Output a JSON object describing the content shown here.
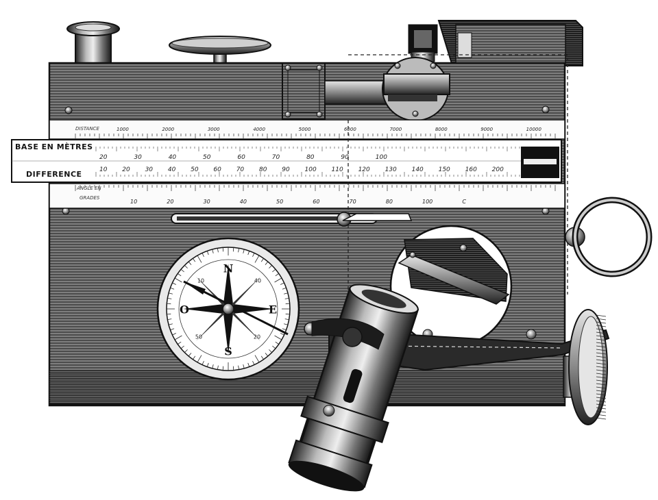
{
  "plate_scale": {
    "distance_label": "DISTANCE",
    "distance_ticks": [
      "1000",
      "2000",
      "3000",
      "4000",
      "5000",
      "6000",
      "7000",
      "8000",
      "9000",
      "10000"
    ]
  },
  "slide": {
    "base_label": "BASE EN MÈTRES",
    "difference_label": "DIFFERENCE",
    "base_values": [
      "20",
      "30",
      "40",
      "50",
      "60",
      "70",
      "80",
      "90",
      "100"
    ],
    "difference_values": [
      "10",
      "20",
      "30",
      "40",
      "50",
      "60",
      "70",
      "80",
      "90",
      "100",
      "110",
      "120",
      "130",
      "140",
      "150",
      "160",
      "200"
    ]
  },
  "angle_scale": {
    "label_line1": "ANGLE EN",
    "label_line2": "GRADES",
    "values": [
      "10",
      "20",
      "30",
      "40",
      "50",
      "60",
      "70",
      "80",
      "100",
      "C"
    ]
  },
  "compass": {
    "cardinals": [
      "N",
      "E",
      "S",
      "O"
    ],
    "degree_marks": [
      "10",
      "40",
      "50",
      "20"
    ]
  },
  "colors": {
    "ink": "#111111",
    "paper": "#ffffff",
    "wood_light": "#8a8a8a",
    "wood_dark": "#3a3a3a"
  }
}
